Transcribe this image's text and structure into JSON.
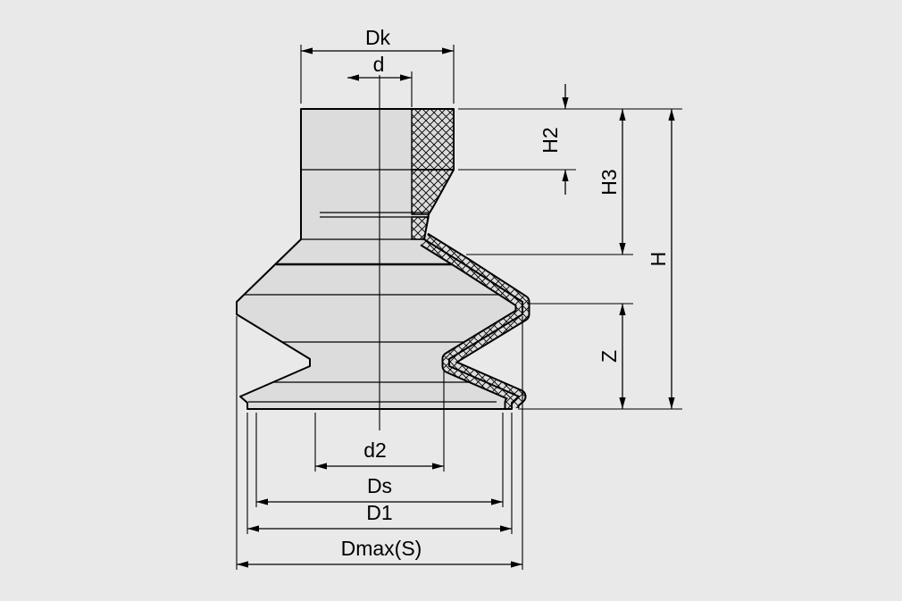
{
  "drawing": {
    "description": "technical cross-section drawing of a bellows suction cup with dimension callouts",
    "colors": {
      "background": "#e9e9e9",
      "part_fill": "#dcdcdc",
      "line": "#000000"
    },
    "labels": {
      "dk": "Dk",
      "d": "d",
      "h2": "H2",
      "h3": "H3",
      "h": "H",
      "z": "Z",
      "d2": "d2",
      "ds": "Ds",
      "d1": "D1",
      "dmax": "Dmax(S)"
    }
  }
}
